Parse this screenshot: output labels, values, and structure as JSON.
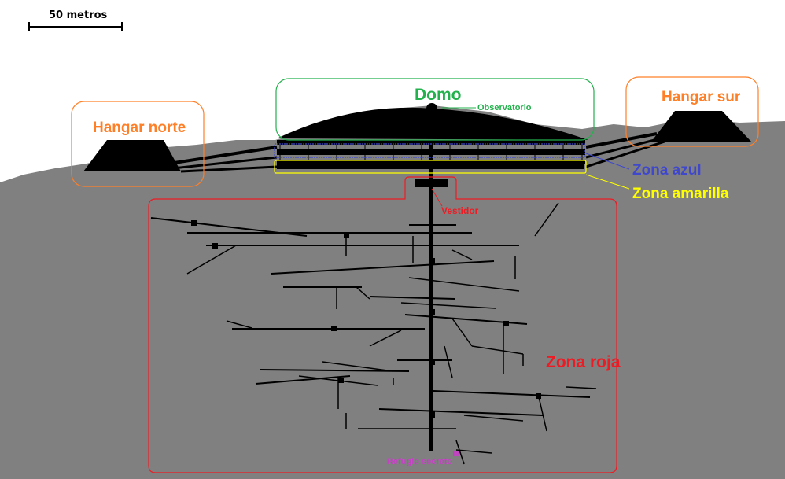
{
  "scale": {
    "label": "50 metros"
  },
  "labels": {
    "domo": "Domo",
    "observatorio": "Observatorio",
    "hangar_norte": "Hangar norte",
    "hangar_sur": "Hangar sur",
    "zona_azul": "Zona azul",
    "zona_amarilla": "Zona amarilla",
    "vestidor": "Vestidor",
    "zona_roja": "Zona roja",
    "refugio": "Refugio secreto"
  },
  "colors": {
    "ground": "#808080",
    "structure": "#000000",
    "domo": "#22b14c",
    "hangar": "#ff7f27",
    "zona_azul": "#3f48cc",
    "zona_amarilla": "#ffff00",
    "zona_roja": "#ed1c24",
    "refugio": "#c044c0"
  }
}
